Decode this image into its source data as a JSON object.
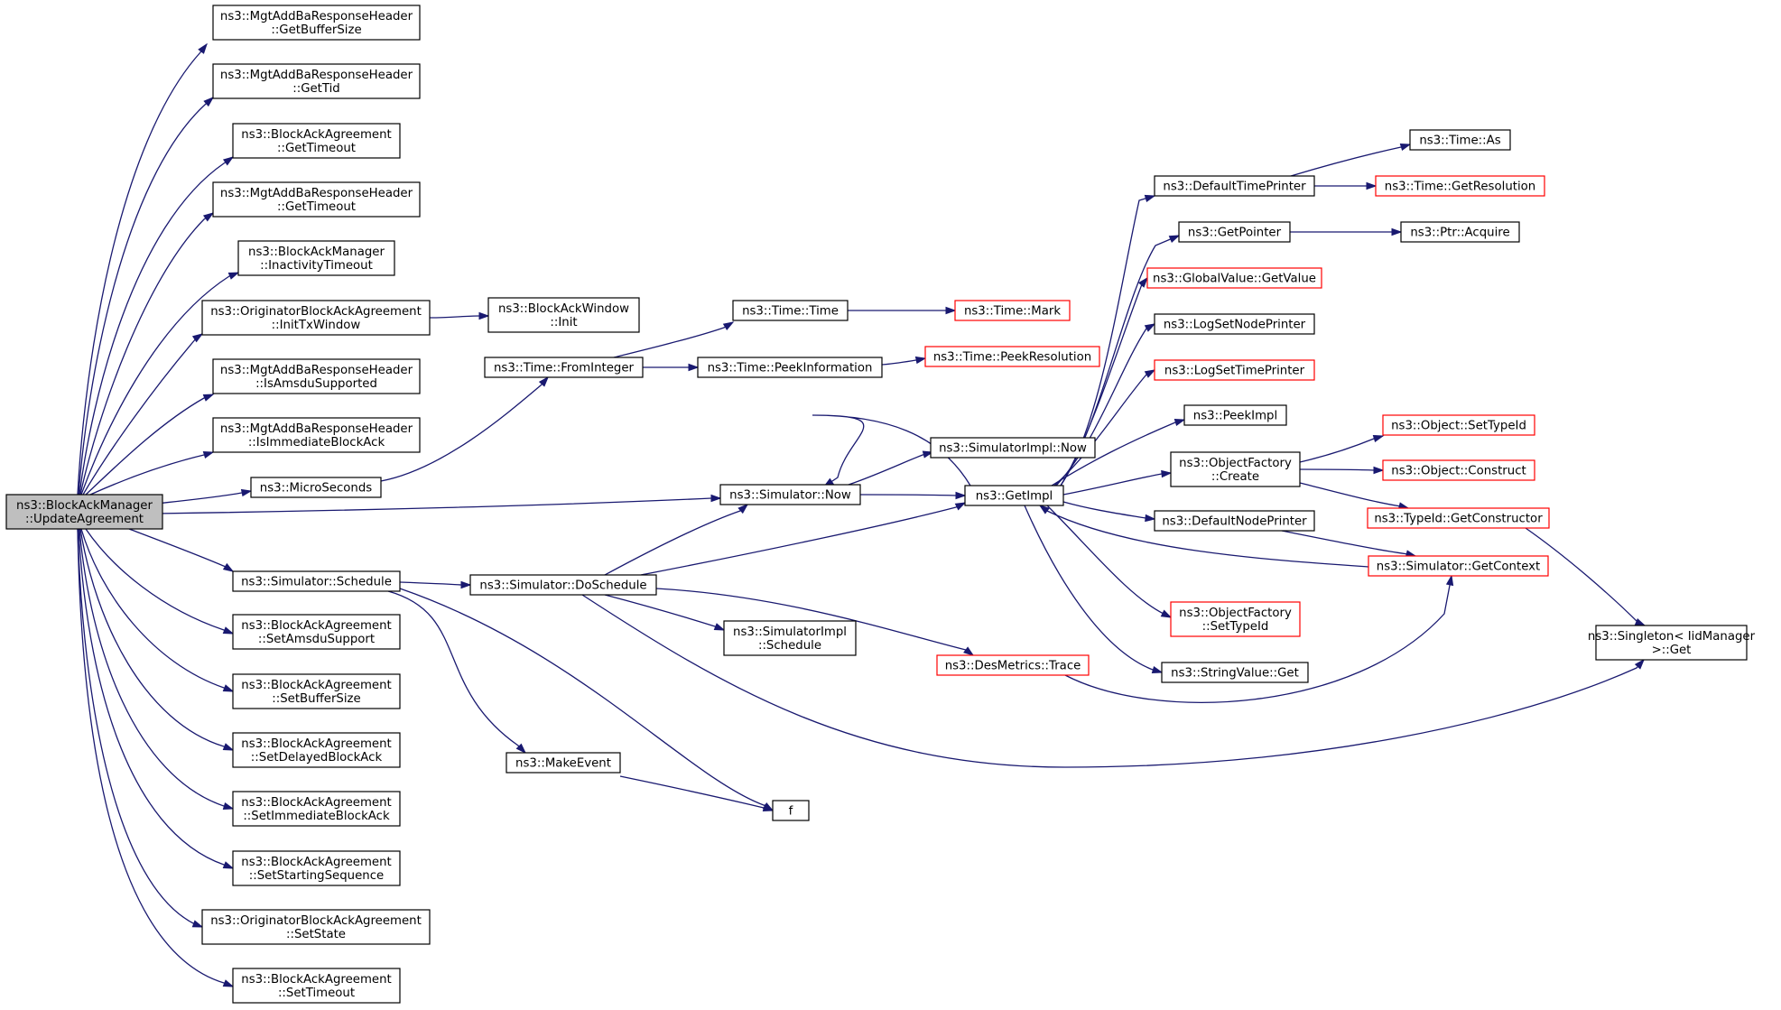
{
  "colors": {
    "edge": "#191970",
    "node_border_default": "#000000",
    "node_border_truncated": "#ff0000",
    "node_fill_root": "#bfbfbf",
    "node_fill": "#ffffff"
  },
  "nodes": [
    {
      "id": "root",
      "lines": [
        "ns3::BlockAckManager",
        "::UpdateAgreement"
      ],
      "style": "root"
    },
    {
      "id": "n1",
      "lines": [
        "ns3::MgtAddBaResponseHeader",
        "::GetBufferSize"
      ],
      "style": "normal"
    },
    {
      "id": "n2",
      "lines": [
        "ns3::MgtAddBaResponseHeader",
        "::GetTid"
      ],
      "style": "normal"
    },
    {
      "id": "n3",
      "lines": [
        "ns3::BlockAckAgreement",
        "::GetTimeout"
      ],
      "style": "normal"
    },
    {
      "id": "n4",
      "lines": [
        "ns3::MgtAddBaResponseHeader",
        "::GetTimeout"
      ],
      "style": "normal"
    },
    {
      "id": "n5",
      "lines": [
        "ns3::BlockAckManager",
        "::InactivityTimeout"
      ],
      "style": "normal"
    },
    {
      "id": "n6",
      "lines": [
        "ns3::OriginatorBlockAckAgreement",
        "::InitTxWindow"
      ],
      "style": "normal"
    },
    {
      "id": "n7",
      "lines": [
        "ns3::MgtAddBaResponseHeader",
        "::IsAmsduSupported"
      ],
      "style": "normal"
    },
    {
      "id": "n8",
      "lines": [
        "ns3::MgtAddBaResponseHeader",
        "::IsImmediateBlockAck"
      ],
      "style": "normal"
    },
    {
      "id": "n9",
      "lines": [
        "ns3::MicroSeconds"
      ],
      "style": "normal"
    },
    {
      "id": "n10",
      "lines": [
        "ns3::Simulator::Now"
      ],
      "style": "normal"
    },
    {
      "id": "n11",
      "lines": [
        "ns3::Simulator::Schedule"
      ],
      "style": "normal"
    },
    {
      "id": "n12",
      "lines": [
        "ns3::BlockAckAgreement",
        "::SetAmsduSupport"
      ],
      "style": "normal"
    },
    {
      "id": "n13",
      "lines": [
        "ns3::BlockAckAgreement",
        "::SetBufferSize"
      ],
      "style": "normal"
    },
    {
      "id": "n14",
      "lines": [
        "ns3::BlockAckAgreement",
        "::SetDelayedBlockAck"
      ],
      "style": "normal"
    },
    {
      "id": "n15",
      "lines": [
        "ns3::BlockAckAgreement",
        "::SetImmediateBlockAck"
      ],
      "style": "normal"
    },
    {
      "id": "n16",
      "lines": [
        "ns3::BlockAckAgreement",
        "::SetStartingSequence"
      ],
      "style": "normal"
    },
    {
      "id": "n17",
      "lines": [
        "ns3::OriginatorBlockAckAgreement",
        "::SetState"
      ],
      "style": "normal"
    },
    {
      "id": "n18",
      "lines": [
        "ns3::BlockAckAgreement",
        "::SetTimeout"
      ],
      "style": "normal"
    },
    {
      "id": "n19",
      "lines": [
        "ns3::BlockAckWindow",
        "::Init"
      ],
      "style": "normal"
    },
    {
      "id": "n20",
      "lines": [
        "ns3::Time::FromInteger"
      ],
      "style": "normal"
    },
    {
      "id": "n21",
      "lines": [
        "ns3::Time::Time"
      ],
      "style": "normal"
    },
    {
      "id": "n22",
      "lines": [
        "ns3::Time::PeekInformation"
      ],
      "style": "normal"
    },
    {
      "id": "n23",
      "lines": [
        "ns3::Time::Mark"
      ],
      "style": "truncated"
    },
    {
      "id": "n24",
      "lines": [
        "ns3::Time::PeekResolution"
      ],
      "style": "truncated"
    },
    {
      "id": "n25",
      "lines": [
        "ns3::SimulatorImpl::Now"
      ],
      "style": "normal"
    },
    {
      "id": "n26",
      "lines": [
        "ns3::GetImpl"
      ],
      "style": "normal"
    },
    {
      "id": "n27",
      "lines": [
        "ns3::Simulator::DoSchedule"
      ],
      "style": "normal"
    },
    {
      "id": "n28",
      "lines": [
        "ns3::SimulatorImpl",
        "::Schedule"
      ],
      "style": "normal"
    },
    {
      "id": "n29",
      "lines": [
        "ns3::MakeEvent"
      ],
      "style": "normal"
    },
    {
      "id": "n30",
      "lines": [
        "f"
      ],
      "style": "normal"
    },
    {
      "id": "n31",
      "lines": [
        "ns3::DesMetrics::Trace"
      ],
      "style": "truncated"
    },
    {
      "id": "n32",
      "lines": [
        "ns3::DefaultTimePrinter"
      ],
      "style": "normal"
    },
    {
      "id": "n33",
      "lines": [
        "ns3::GetPointer"
      ],
      "style": "normal"
    },
    {
      "id": "n34",
      "lines": [
        "ns3::GlobalValue::GetValue"
      ],
      "style": "truncated"
    },
    {
      "id": "n35",
      "lines": [
        "ns3::LogSetNodePrinter"
      ],
      "style": "normal"
    },
    {
      "id": "n36",
      "lines": [
        "ns3::LogSetTimePrinter"
      ],
      "style": "truncated"
    },
    {
      "id": "n37",
      "lines": [
        "ns3::PeekImpl"
      ],
      "style": "normal"
    },
    {
      "id": "n38",
      "lines": [
        "ns3::ObjectFactory",
        "::Create"
      ],
      "style": "normal"
    },
    {
      "id": "n39",
      "lines": [
        "ns3::DefaultNodePrinter"
      ],
      "style": "normal"
    },
    {
      "id": "n40",
      "lines": [
        "ns3::ObjectFactory",
        "::SetTypeId"
      ],
      "style": "truncated"
    },
    {
      "id": "n41",
      "lines": [
        "ns3::StringValue::Get"
      ],
      "style": "normal"
    },
    {
      "id": "n42",
      "lines": [
        "ns3::Time::As"
      ],
      "style": "normal"
    },
    {
      "id": "n43",
      "lines": [
        "ns3::Time::GetResolution"
      ],
      "style": "truncated"
    },
    {
      "id": "n44",
      "lines": [
        "ns3::Ptr::Acquire"
      ],
      "style": "normal"
    },
    {
      "id": "n45",
      "lines": [
        "ns3::Object::SetTypeId"
      ],
      "style": "truncated"
    },
    {
      "id": "n46",
      "lines": [
        "ns3::Object::Construct"
      ],
      "style": "truncated"
    },
    {
      "id": "n47",
      "lines": [
        "ns3::TypeId::GetConstructor"
      ],
      "style": "truncated"
    },
    {
      "id": "n48",
      "lines": [
        "ns3::Simulator::GetContext"
      ],
      "style": "truncated"
    },
    {
      "id": "n49",
      "lines": [
        "ns3::Singleton< IidManager",
        ">::Get"
      ],
      "style": "normal"
    }
  ],
  "edges": [
    {
      "from": "root",
      "to": "n1"
    },
    {
      "from": "root",
      "to": "n2"
    },
    {
      "from": "root",
      "to": "n3"
    },
    {
      "from": "root",
      "to": "n4"
    },
    {
      "from": "root",
      "to": "n5"
    },
    {
      "from": "root",
      "to": "n6"
    },
    {
      "from": "root",
      "to": "n7"
    },
    {
      "from": "root",
      "to": "n8"
    },
    {
      "from": "root",
      "to": "n9"
    },
    {
      "from": "root",
      "to": "n10"
    },
    {
      "from": "root",
      "to": "n11"
    },
    {
      "from": "root",
      "to": "n12"
    },
    {
      "from": "root",
      "to": "n13"
    },
    {
      "from": "root",
      "to": "n14"
    },
    {
      "from": "root",
      "to": "n15"
    },
    {
      "from": "root",
      "to": "n16"
    },
    {
      "from": "root",
      "to": "n17"
    },
    {
      "from": "root",
      "to": "n18"
    },
    {
      "from": "n6",
      "to": "n19"
    },
    {
      "from": "n9",
      "to": "n20"
    },
    {
      "from": "n20",
      "to": "n21"
    },
    {
      "from": "n20",
      "to": "n22"
    },
    {
      "from": "n21",
      "to": "n23"
    },
    {
      "from": "n22",
      "to": "n24"
    },
    {
      "from": "n10",
      "to": "n25"
    },
    {
      "from": "n10",
      "to": "n26"
    },
    {
      "from": "n11",
      "to": "n27"
    },
    {
      "from": "n11",
      "to": "n29"
    },
    {
      "from": "n11",
      "to": "n30"
    },
    {
      "from": "n27",
      "to": "n10"
    },
    {
      "from": "n27",
      "to": "n26"
    },
    {
      "from": "n27",
      "to": "n28"
    },
    {
      "from": "n27",
      "to": "n31"
    },
    {
      "from": "n27",
      "to": "n49"
    },
    {
      "from": "n29",
      "to": "n30"
    },
    {
      "from": "n26",
      "to": "n10"
    },
    {
      "from": "n26",
      "to": "n32"
    },
    {
      "from": "n26",
      "to": "n33"
    },
    {
      "from": "n26",
      "to": "n34"
    },
    {
      "from": "n26",
      "to": "n35"
    },
    {
      "from": "n26",
      "to": "n36"
    },
    {
      "from": "n26",
      "to": "n37"
    },
    {
      "from": "n26",
      "to": "n38"
    },
    {
      "from": "n26",
      "to": "n39"
    },
    {
      "from": "n26",
      "to": "n40"
    },
    {
      "from": "n26",
      "to": "n41"
    },
    {
      "from": "n31",
      "to": "n48"
    },
    {
      "from": "n48",
      "to": "n26"
    },
    {
      "from": "n32",
      "to": "n42"
    },
    {
      "from": "n32",
      "to": "n43"
    },
    {
      "from": "n33",
      "to": "n44"
    },
    {
      "from": "n38",
      "to": "n45"
    },
    {
      "from": "n38",
      "to": "n46"
    },
    {
      "from": "n38",
      "to": "n47"
    },
    {
      "from": "n39",
      "to": "n48"
    },
    {
      "from": "n47",
      "to": "n49"
    }
  ]
}
